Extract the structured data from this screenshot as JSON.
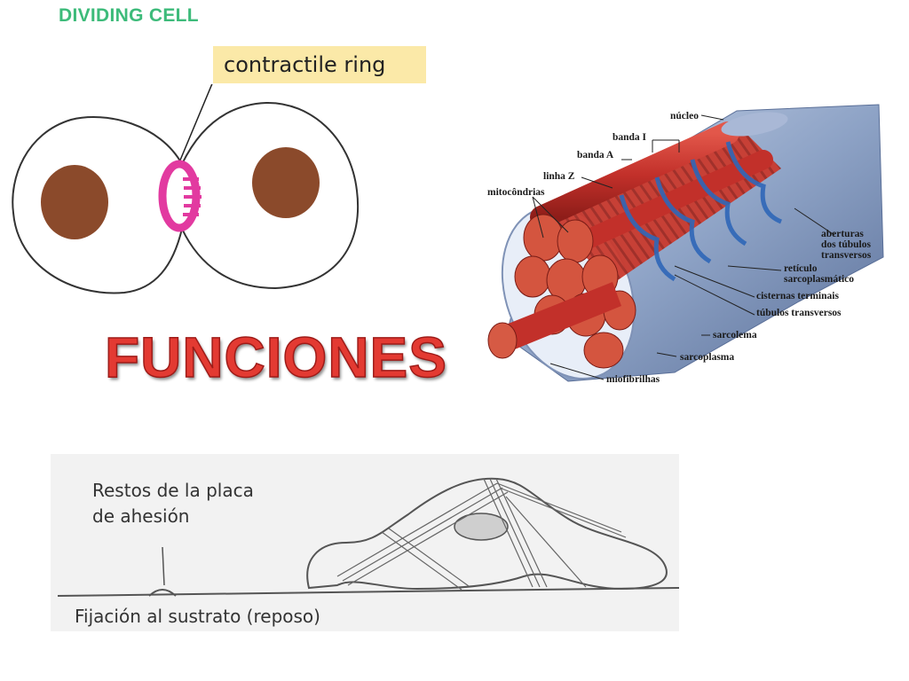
{
  "cell_panel": {
    "title": "DIVIDING CELL",
    "ring_label": "contractile ring"
  },
  "muscle_panel": {
    "labels": {
      "nucleo": "núcleo",
      "banda_i": "banda I",
      "banda_a": "banda A",
      "linha_z": "linha Z",
      "mitocondrias": "mitocôndrias",
      "aberturas_1": "aberturas",
      "aberturas_2": "dos túbulos",
      "aberturas_3": "transversos",
      "reticulo_1": "retículo",
      "reticulo_2": "sarcoplasmático",
      "cisternas": "cisternas terminais",
      "tubulos": "túbulos transversos",
      "sarcolema": "sarcolema",
      "sarcoplasma": "sarcoplasma",
      "miofibrilhas": "miofibrilhas"
    }
  },
  "headline": "FUNCIONES",
  "sketch_panel": {
    "label_line1": "Restos de la placa",
    "label_line2": "de ahesión",
    "caption": "Fijación al sustrato (reposo)"
  },
  "colors": {
    "cell_title": "#3dbb7a",
    "label_box": "#fbe9a8",
    "nucleus": "#8b4a2b",
    "ring": "#e23aa0",
    "headline": "#e33a32",
    "myofibril": "#c8352a",
    "sarcolemma": "#8fa6c8"
  }
}
